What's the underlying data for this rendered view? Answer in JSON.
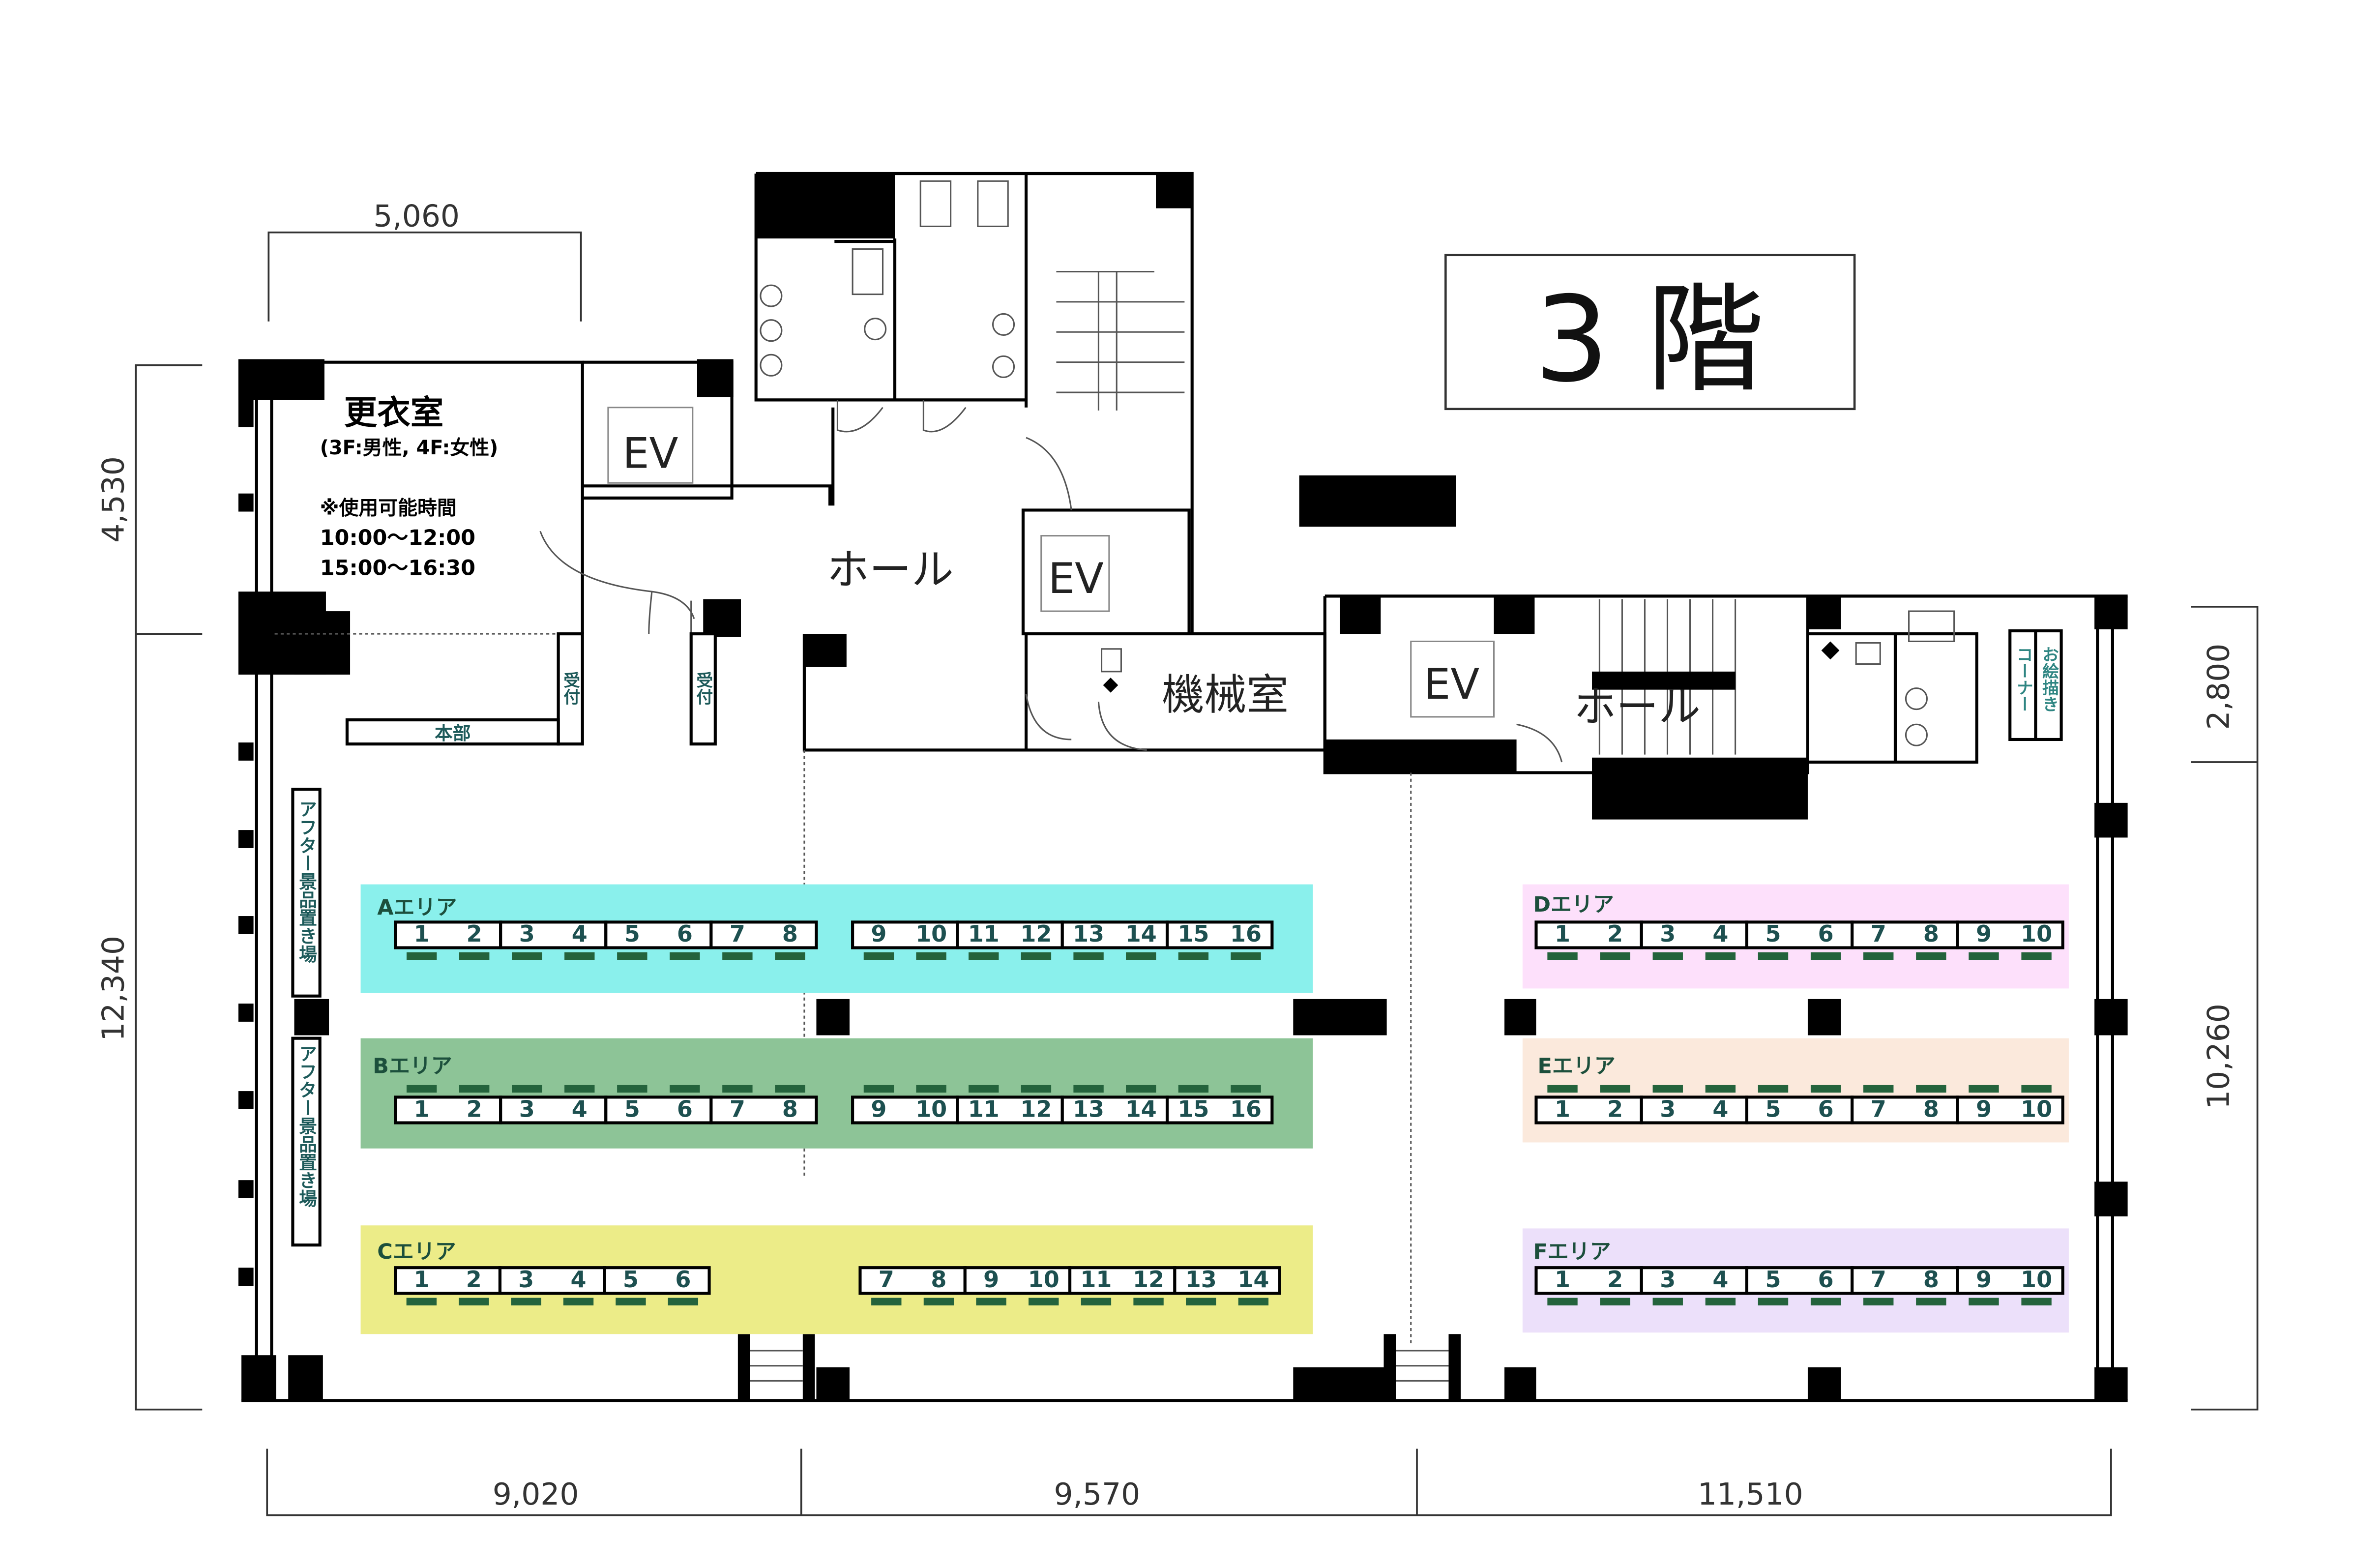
{
  "title": "3 階",
  "dimensions": {
    "top": "5,060",
    "left_upper": "4,530",
    "left_lower": "12,340",
    "right_upper": "2,800",
    "right_lower": "10,260",
    "bottom": [
      "9,020",
      "9,570",
      "11,510"
    ]
  },
  "rooms": {
    "locker_room": {
      "name": "更衣室",
      "note": "(3F:男性, 4F:女性)",
      "hours_label": "※使用可能時間",
      "hours": [
        "10:00〜12:00",
        "15:00〜16:30"
      ]
    },
    "hall_1": "ホール",
    "hall_2": "ホール",
    "machine_room": "機械室",
    "ev": [
      "EV",
      "EV",
      "EV"
    ],
    "reception": [
      "受付",
      "受付"
    ],
    "headquarters": "本部",
    "prize_storage": [
      "アフター景品置き場",
      "アフター景品置き場"
    ],
    "drawing_corner": [
      "お絵描き",
      "コーナー"
    ]
  },
  "areas": [
    {
      "id": "A",
      "label": "Aエリア",
      "color": "#8af0ec",
      "dashes": "below",
      "groups": [
        [
          1,
          2,
          3,
          4,
          5,
          6,
          7,
          8
        ],
        [
          9,
          10,
          11,
          12,
          13,
          14,
          15,
          16
        ]
      ]
    },
    {
      "id": "B",
      "label": "Bエリア",
      "color": "#8dc497",
      "dashes": "above",
      "groups": [
        [
          1,
          2,
          3,
          4,
          5,
          6,
          7,
          8
        ],
        [
          9,
          10,
          11,
          12,
          13,
          14,
          15,
          16
        ]
      ]
    },
    {
      "id": "C",
      "label": "Cエリア",
      "color": "#ecec88",
      "dashes": "below",
      "groups": [
        [
          1,
          2,
          3,
          4,
          5,
          6
        ],
        [
          7,
          8,
          9,
          10,
          11,
          12,
          13,
          14
        ]
      ]
    },
    {
      "id": "D",
      "label": "Dエリア",
      "color": "#fde0fb",
      "dashes": "below",
      "groups": [
        [
          1,
          2,
          3,
          4,
          5,
          6,
          7,
          8,
          9,
          10
        ]
      ]
    },
    {
      "id": "E",
      "label": "Eエリア",
      "color": "#fbe9dc",
      "dashes": "above",
      "groups": [
        [
          1,
          2,
          3,
          4,
          5,
          6,
          7,
          8,
          9,
          10
        ]
      ]
    },
    {
      "id": "F",
      "label": "Fエリア",
      "color": "#ece0fa",
      "dashes": "below",
      "groups": [
        [
          1,
          2,
          3,
          4,
          5,
          6,
          7,
          8,
          9,
          10
        ]
      ]
    }
  ]
}
